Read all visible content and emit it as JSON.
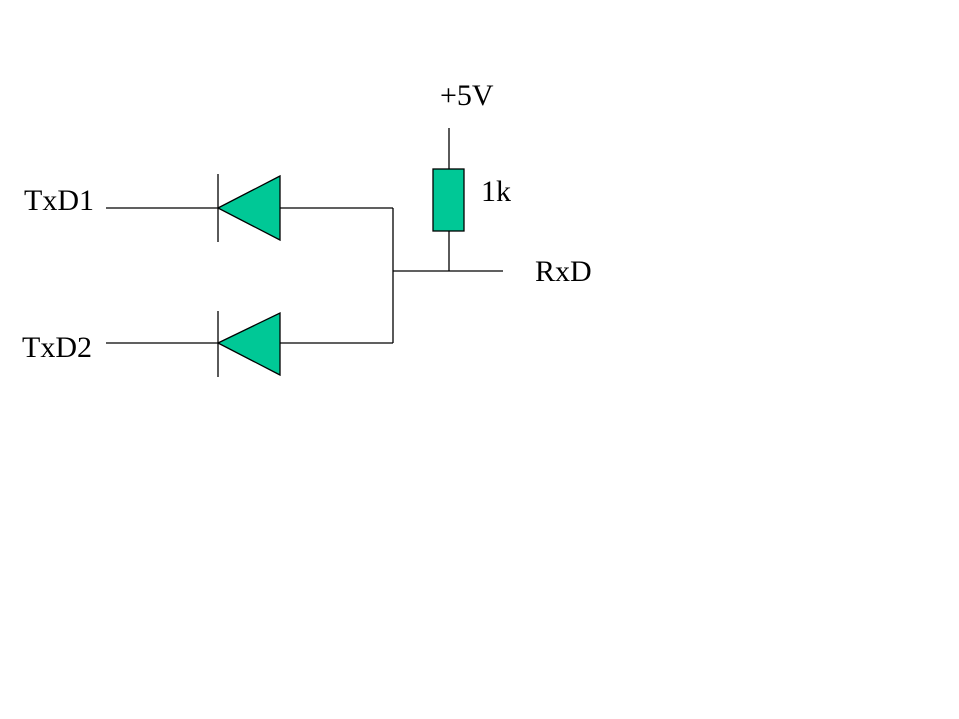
{
  "labels": {
    "supply": "+5V",
    "resistor": "1k",
    "input_1": "TxD1",
    "input_2": "TxD2",
    "output": "RxD"
  },
  "colors": {
    "component_fill": "#00c896",
    "wire": "#000000",
    "background": "#ffffff"
  }
}
